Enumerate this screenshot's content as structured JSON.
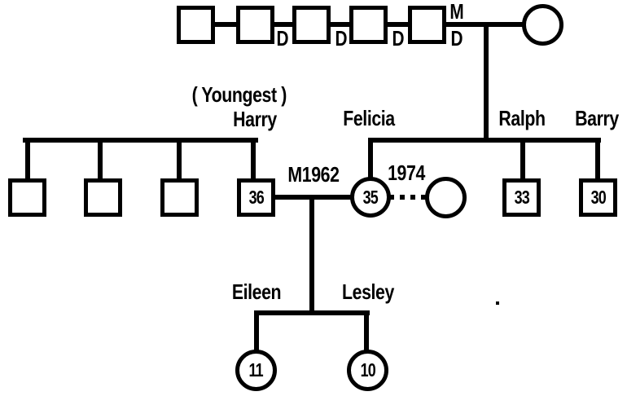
{
  "figure": {
    "type": "genogram-family-tree",
    "background": "#ffffff",
    "line_color": "#000000"
  },
  "labels": {
    "youngest": "( Youngest )",
    "harry": "Harry",
    "felicia": "Felicia",
    "ralph": "Ralph",
    "barry": "Barry",
    "eileen": "Eileen",
    "lesley": "Lesley"
  },
  "markers": {
    "marriage": "M",
    "divorce": "D",
    "marriage_year": "M1962",
    "relationship_year": "1974"
  },
  "ages": {
    "harry": "36",
    "felicia": "35",
    "ralph": "33",
    "barry": "30",
    "eileen": "11",
    "lesley": "10"
  }
}
